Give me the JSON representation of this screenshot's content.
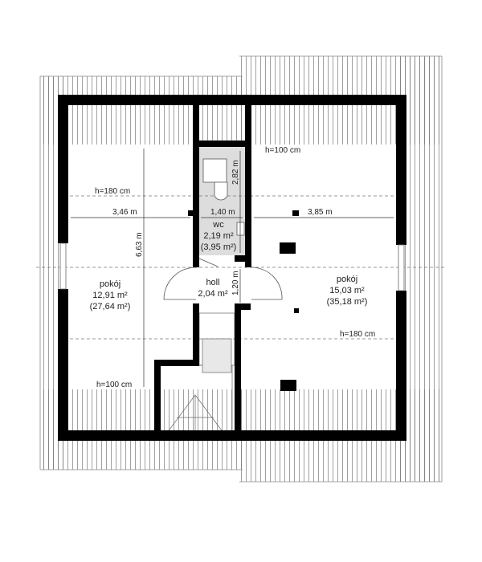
{
  "rooms": {
    "left": {
      "name": "pokój",
      "area": "12,91 m²",
      "total": "(27,64 m²)"
    },
    "right": {
      "name": "pokój",
      "area": "15,03 m²",
      "total": "(35,18 m²)"
    },
    "wc": {
      "name": "wc",
      "area": "2,19 m²",
      "total": "(3,95 m²)"
    },
    "holl": {
      "name": "holl",
      "area": "2,04 m²"
    }
  },
  "dimensions": {
    "left_width": "3,46 m",
    "wc_width": "1,40 m",
    "right_width": "3,85 m",
    "left_depth": "6,63 m",
    "wc_depth": "2,82 m",
    "holl_depth": "1,20 m"
  },
  "heights": {
    "left_top": "h=180 cm",
    "left_bottom": "h=100 cm",
    "right_top": "h=100 cm",
    "right_bottom": "h=180 cm"
  }
}
